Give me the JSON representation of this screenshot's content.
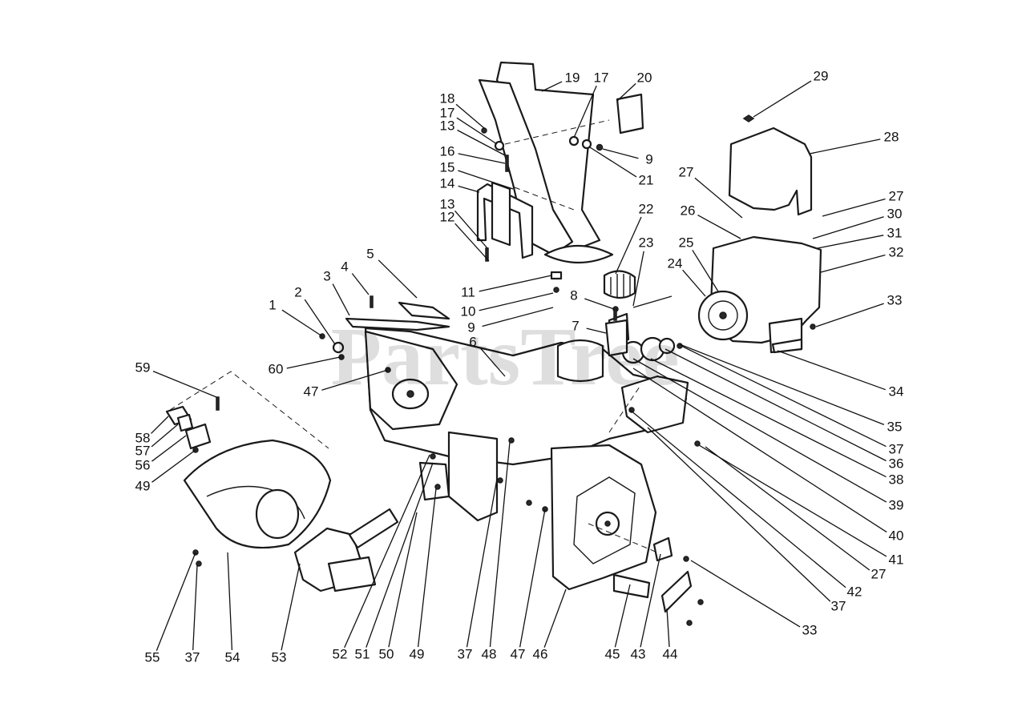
{
  "watermark": "PartsTree",
  "callouts": [
    {
      "id": "c1",
      "label": "1"
    },
    {
      "id": "c2",
      "label": "2"
    },
    {
      "id": "c3",
      "label": "3"
    },
    {
      "id": "c4",
      "label": "4"
    },
    {
      "id": "c5",
      "label": "5"
    },
    {
      "id": "c6",
      "label": "6"
    },
    {
      "id": "c7",
      "label": "7"
    },
    {
      "id": "c8",
      "label": "8"
    },
    {
      "id": "c9a",
      "label": "9"
    },
    {
      "id": "c9b",
      "label": "9"
    },
    {
      "id": "c10",
      "label": "10"
    },
    {
      "id": "c11",
      "label": "11"
    },
    {
      "id": "c12",
      "label": "12"
    },
    {
      "id": "c13a",
      "label": "13"
    },
    {
      "id": "c13b",
      "label": "13"
    },
    {
      "id": "c14",
      "label": "14"
    },
    {
      "id": "c15",
      "label": "15"
    },
    {
      "id": "c16",
      "label": "16"
    },
    {
      "id": "c17a",
      "label": "17"
    },
    {
      "id": "c17b",
      "label": "17"
    },
    {
      "id": "c18",
      "label": "18"
    },
    {
      "id": "c19",
      "label": "19"
    },
    {
      "id": "c20",
      "label": "20"
    },
    {
      "id": "c21",
      "label": "21"
    },
    {
      "id": "c22",
      "label": "22"
    },
    {
      "id": "c23",
      "label": "23"
    },
    {
      "id": "c24",
      "label": "24"
    },
    {
      "id": "c25",
      "label": "25"
    },
    {
      "id": "c26",
      "label": "26"
    },
    {
      "id": "c27a",
      "label": "27"
    },
    {
      "id": "c27b",
      "label": "27"
    },
    {
      "id": "c27c",
      "label": "27"
    },
    {
      "id": "c28",
      "label": "28"
    },
    {
      "id": "c29",
      "label": "29"
    },
    {
      "id": "c30",
      "label": "30"
    },
    {
      "id": "c31",
      "label": "31"
    },
    {
      "id": "c32",
      "label": "32"
    },
    {
      "id": "c33a",
      "label": "33"
    },
    {
      "id": "c33b",
      "label": "33"
    },
    {
      "id": "c34",
      "label": "34"
    },
    {
      "id": "c35",
      "label": "35"
    },
    {
      "id": "c36",
      "label": "36"
    },
    {
      "id": "c37a",
      "label": "37"
    },
    {
      "id": "c37b",
      "label": "37"
    },
    {
      "id": "c37c",
      "label": "37"
    },
    {
      "id": "c37d",
      "label": "37"
    },
    {
      "id": "c38",
      "label": "38"
    },
    {
      "id": "c39",
      "label": "39"
    },
    {
      "id": "c40",
      "label": "40"
    },
    {
      "id": "c41",
      "label": "41"
    },
    {
      "id": "c42",
      "label": "42"
    },
    {
      "id": "c43",
      "label": "43"
    },
    {
      "id": "c44",
      "label": "44"
    },
    {
      "id": "c45",
      "label": "45"
    },
    {
      "id": "c46",
      "label": "46"
    },
    {
      "id": "c47a",
      "label": "47"
    },
    {
      "id": "c47b",
      "label": "47"
    },
    {
      "id": "c48",
      "label": "48"
    },
    {
      "id": "c49a",
      "label": "49"
    },
    {
      "id": "c49b",
      "label": "49"
    },
    {
      "id": "c50",
      "label": "50"
    },
    {
      "id": "c51",
      "label": "51"
    },
    {
      "id": "c52",
      "label": "52"
    },
    {
      "id": "c53",
      "label": "53"
    },
    {
      "id": "c54",
      "label": "54"
    },
    {
      "id": "c55",
      "label": "55"
    },
    {
      "id": "c56",
      "label": "56"
    },
    {
      "id": "c57",
      "label": "57"
    },
    {
      "id": "c58",
      "label": "58"
    },
    {
      "id": "c59",
      "label": "59"
    },
    {
      "id": "c60",
      "label": "60"
    }
  ]
}
